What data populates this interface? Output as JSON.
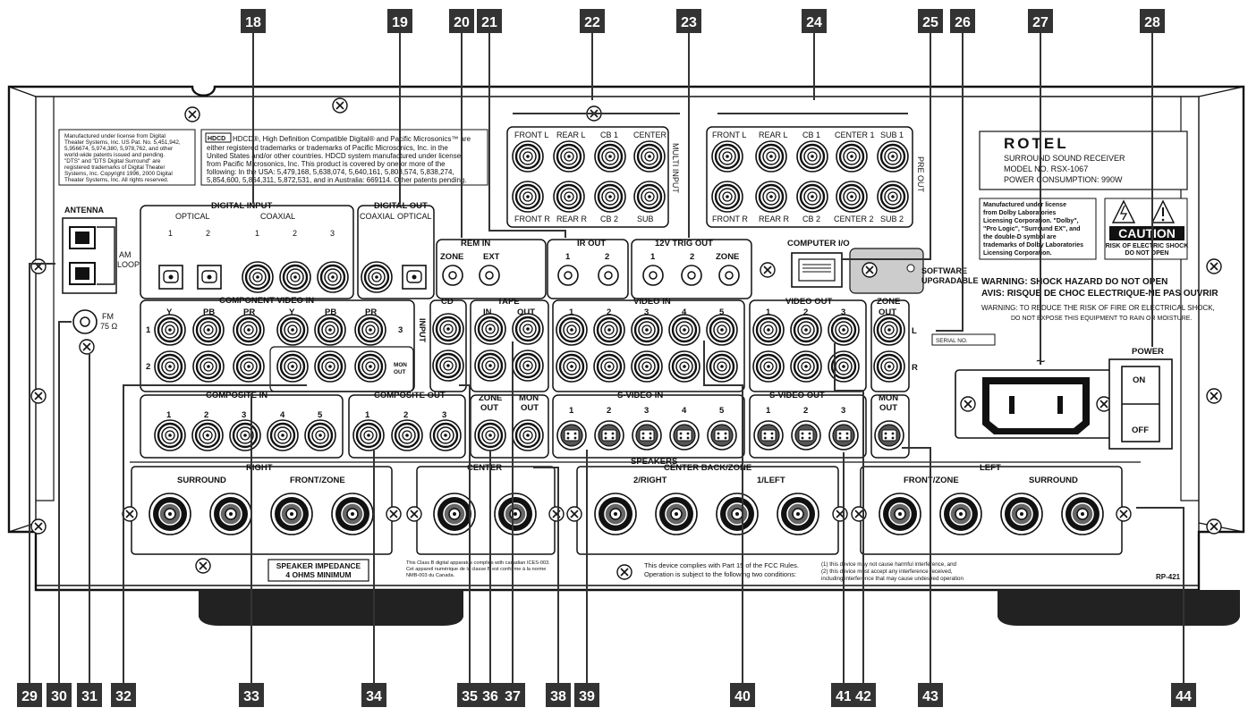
{
  "callouts": [
    "18",
    "19",
    "20",
    "21",
    "22",
    "23",
    "24",
    "25",
    "26",
    "27",
    "28",
    "29",
    "30",
    "31",
    "32",
    "33",
    "34",
    "35",
    "36",
    "37",
    "38",
    "39",
    "40",
    "41",
    "42",
    "43",
    "44"
  ],
  "brand": {
    "logo": "ROTEL",
    "product": "SURROUND SOUND RECEIVER",
    "model": "MODEL NO. RSX-1067",
    "power": "POWER CONSUMPTION: 990W"
  },
  "notices": {
    "dts": [
      "Manufactured under license from Digital",
      "Theater Systems, Inc. US Pat. No. 5,451,942,",
      "5,956674, 5,974,380, 5,978,762, and other",
      "world-wide patents issued and pending.",
      "\"DTS\" and \"DTS Digital Surround\" are",
      "registered trademarks of Digital Theater",
      "Systems, Inc. Copyright 1996, 2000 Digital",
      "Theater Systems, Inc. All rights reserved."
    ],
    "hdcd": [
      "HDCD®, High Definition Compatible Digital® and Pacific Microsonics™ are",
      "either registered trademarks or trademarks of Pacific Microsonics, Inc. in the",
      "United States and/or other countries. HDCD system manufactured under license",
      "from Pacific Microsonics, Inc. This product is covered by one or more of the",
      "following: In the USA: 5,479,168, 5,638,074, 5,640,161, 5,808,574, 5,838,274,",
      "5,854,600, 5,864,311, 5,872,531, and in Australia: 669114. Other patents pending."
    ],
    "hdcd_logo": "HDCD",
    "dolby": [
      "Manufactured under license",
      "from Dolby Laboratories",
      "Licensing Corporation. \"Dolby\",",
      "\"Pro Logic\", \"Surround EX\", and",
      "the double-D symbol are",
      "trademarks of Dolby Laboratories",
      "Licensing Corporation."
    ],
    "caution_title": "CAUTION",
    "caution_text": [
      "RISK OF ELECTRIC SHOCK",
      "DO NOT OPEN"
    ],
    "warning_en": "WARNING: SHOCK HAZARD DO NOT OPEN",
    "warning_fr": "AVIS: RISQUE DE CHOC ELECTRIQUE-NE PAS OUVRIR",
    "warning_fire": [
      "WARNING: TO REDUCE THE RISK OF FIRE OR ELECTRICAL SHOCK,",
      "DO NOT EXPOSE THIS EQUIPMENT TO RAIN OR MOISTURE."
    ],
    "class_b": [
      "This Class B digital apparatus complies with canadian ICES-003.",
      "Cet appareil numérique de la classe B est conforme à la norme",
      "NMB-003 du Canada."
    ],
    "fcc": [
      "This device complies with Part 15 of the FCC Rules.",
      "Operation is subject to the following two conditions:"
    ],
    "fcc_conditions": [
      "(1) this device may not cause harmful interference, and",
      "(2) this device must accept any interference received,",
      "including interference that may cause undesired operation"
    ],
    "impedance": [
      "SPEAKER IMPEDANCE",
      "4 OHMS MINIMUM"
    ],
    "serial": "SERIAL NO.",
    "rp": "RP-421"
  },
  "labels": {
    "antenna": "ANTENNA",
    "am_loop": [
      "AM",
      "LOOP"
    ],
    "fm": [
      "FM",
      "75 Ω"
    ],
    "digital_input": "DIGITAL INPUT",
    "optical": "OPTICAL",
    "coaxial": "COAXIAL",
    "digital_out": "DIGITAL OUT",
    "digital_out_sub": [
      "COAXIAL",
      "OPTICAL"
    ],
    "digital_nums": [
      "1",
      "2",
      "1",
      "2",
      "3"
    ],
    "rem_in": "REM IN",
    "rem_sub": [
      "ZONE",
      "EXT"
    ],
    "ir_out": "IR OUT",
    "ir_nums": [
      "1",
      "2"
    ],
    "trig": "12V TRIG OUT",
    "trig_sub": [
      "1",
      "2",
      "ZONE"
    ],
    "computer": "COMPUTER I/O",
    "software": [
      "SOFTWARE",
      "UPGRADABLE"
    ],
    "multi_input": "MULTI INPUT",
    "multi_top": [
      "FRONT L",
      "REAR L",
      "CB 1",
      "CENTER"
    ],
    "multi_bot": [
      "FRONT R",
      "REAR R",
      "CB 2",
      "SUB"
    ],
    "pre_out": "PRE OUT",
    "pre_top": [
      "FRONT L",
      "REAR L",
      "CB 1",
      "CENTER 1",
      "SUB 1"
    ],
    "pre_bot": [
      "FRONT R",
      "REAR R",
      "CB 2",
      "CENTER 2",
      "SUB 2"
    ],
    "component": "COMPONENT VIDEO IN",
    "component_cols": [
      "Y",
      "PB",
      "PR",
      "Y",
      "PB",
      "PR"
    ],
    "input_vert": "INPUT",
    "comp_rows": [
      "1",
      "2",
      "3"
    ],
    "mon_out": [
      "MON",
      "OUT"
    ],
    "cd": "CD",
    "tape": "TAPE",
    "tape_sub": [
      "IN",
      "OUT"
    ],
    "video_in": "VIDEO IN",
    "video_in_nums": [
      "1",
      "2",
      "3",
      "4",
      "5"
    ],
    "video_out": "VIDEO OUT",
    "video_out_nums": [
      "1",
      "2",
      "3"
    ],
    "zone_out": [
      "ZONE",
      "OUT"
    ],
    "lr": [
      "L",
      "R"
    ],
    "composite_in": "COMPOSITE IN",
    "composite_in_nums": [
      "1",
      "2",
      "3",
      "4",
      "5"
    ],
    "composite_out": "COMPOSITE OUT",
    "composite_out_nums": [
      "1",
      "2",
      "3"
    ],
    "zone_out2": [
      "ZONE",
      "OUT"
    ],
    "mon_out2": [
      "MON",
      "OUT"
    ],
    "svideo_in": "S-VIDEO IN",
    "svideo_out": "S-VIDEO OUT",
    "svideo_mon": [
      "MON",
      "OUT"
    ],
    "speakers": "SPEAKERS",
    "right": "RIGHT",
    "surround": "SURROUND",
    "front_zone": "FRONT/ZONE",
    "center": "CENTER",
    "center_back": "CENTER BACK/ZONE",
    "two_right": "2/RIGHT",
    "one_left": "1/LEFT",
    "left": "LEFT",
    "power": "POWER",
    "on": "ON",
    "off": "OFF"
  }
}
